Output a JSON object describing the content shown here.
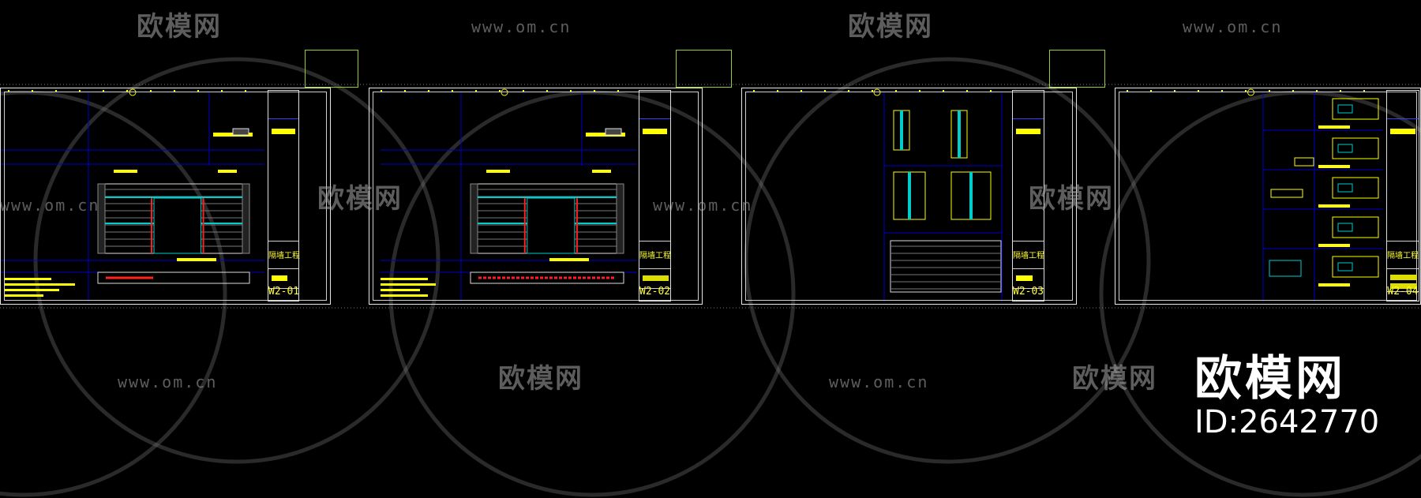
{
  "sheets": [
    {
      "number": "W2-01",
      "project": "隔墙工程"
    },
    {
      "number": "W2-02",
      "project": "隔墙工程"
    },
    {
      "number": "W2-03",
      "project": "隔墙工程"
    },
    {
      "number": "W2-04",
      "project": "隔墙工程"
    }
  ],
  "watermark": {
    "logo_text": "欧模网",
    "url": "www.om.cn",
    "brand_name": "欧模网",
    "id_label": "ID:2642770"
  },
  "colors": {
    "background": "#000000",
    "frame": "#e8e8e8",
    "annotation": "#ffff00",
    "grid": "#0000cc",
    "detail": "#00cccc",
    "hatch": "#ff2020"
  }
}
